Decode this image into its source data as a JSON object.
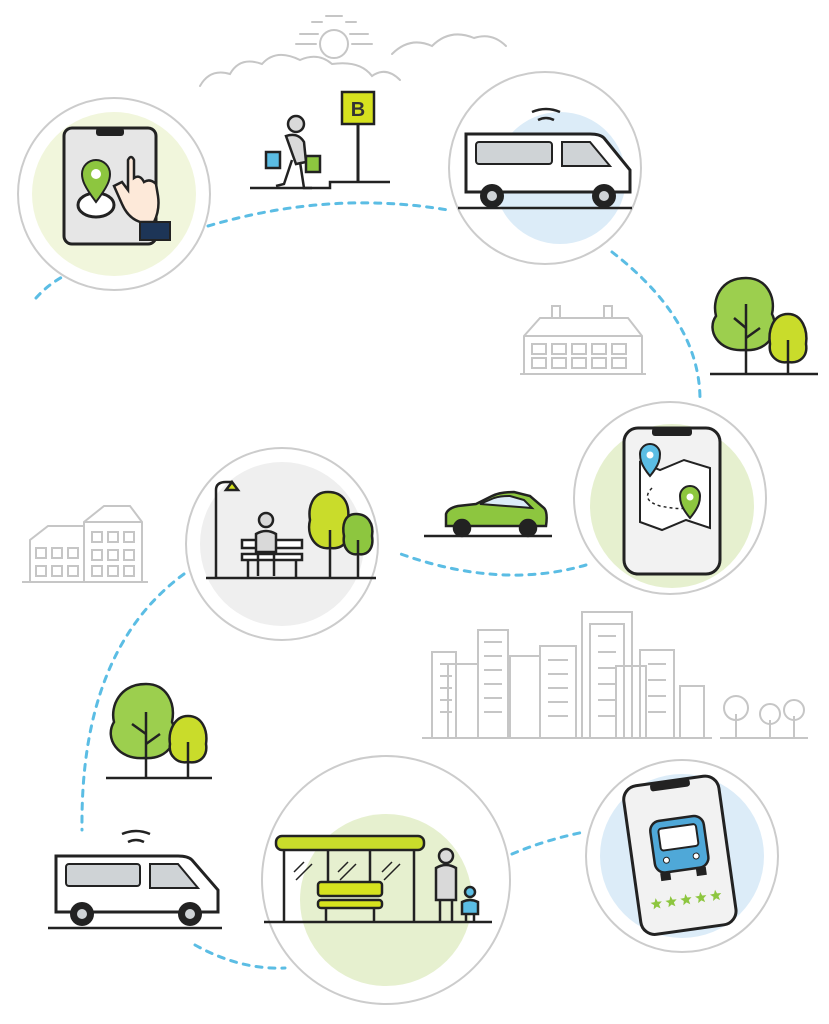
{
  "scene": {
    "bus_stop_sign": "B",
    "rating_stars": 5,
    "rating_icon": "star-icon",
    "colors": {
      "path_dash": "#5bbde4",
      "outline": "#222222",
      "circle_border": "#cccccc",
      "light_line": "#c6c6c6",
      "green_light": "#f1f6dc",
      "green_medium": "#e6f0cf",
      "blue_light": "#dcecf8",
      "grey_light": "#efefef",
      "green_accent": "#8dc63f",
      "yellow_green": "#c9dc2b",
      "tree_green": "#9ccf4e",
      "sign_yellow": "#d6e21f",
      "pin_blue": "#5bbde4",
      "bus_blue": "#4fa8d8",
      "van_grey": "#cfd3d6",
      "car_green": "#8dc63f"
    },
    "steps": [
      {
        "id": "book-on-tablet",
        "icon": "tablet-location-pin-icon"
      },
      {
        "id": "walk-to-stop",
        "icon": "walking-shopper-icon"
      },
      {
        "id": "van-arrives",
        "icon": "connected-van-icon"
      },
      {
        "id": "trees",
        "icon": "trees-icon"
      },
      {
        "id": "route-on-phone",
        "icon": "phone-route-map-icon"
      },
      {
        "id": "car",
        "icon": "car-icon"
      },
      {
        "id": "wait-on-bench",
        "icon": "person-on-bench-icon"
      },
      {
        "id": "city",
        "icon": "city-skyline-icon"
      },
      {
        "id": "rate-bus",
        "icon": "phone-bus-rating-icon"
      },
      {
        "id": "bus-shelter",
        "icon": "bus-shelter-icon"
      },
      {
        "id": "van-departs",
        "icon": "connected-van-icon"
      }
    ]
  }
}
